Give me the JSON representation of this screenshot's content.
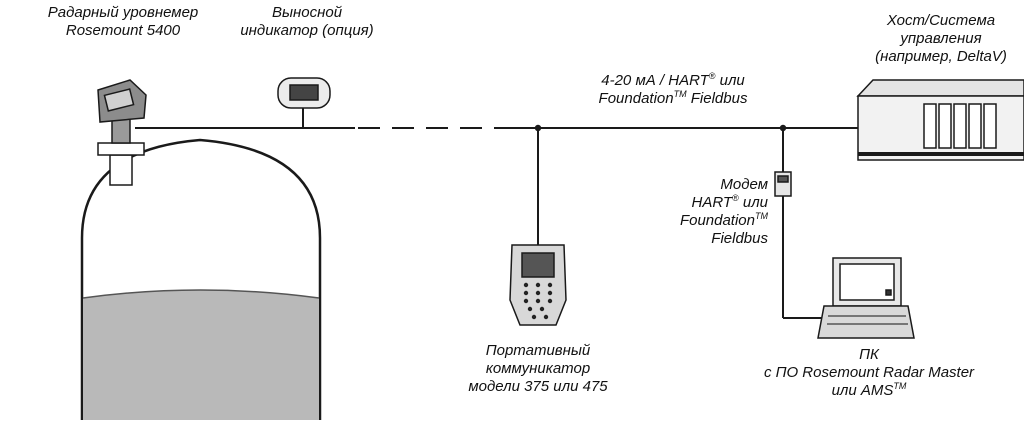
{
  "labels": {
    "radar_gauge": [
      "Радарный уровнемер",
      "Rosemount 5400"
    ],
    "remote_display": [
      "Выносной",
      "индикатор (опция)"
    ],
    "signal": {
      "line1_a": "4-20 мА / HART",
      "line1_sup": "®",
      "line1_b": " или",
      "line2_a": "Foundation",
      "line2_sup": "TM",
      "line2_b": " Fieldbus"
    },
    "host": [
      "Хост/Система",
      "управления",
      "(например, DeltaV)"
    ],
    "modem": {
      "line1": "Модем",
      "line2_a": "HART",
      "line2_sup": "®",
      "line2_b": " или",
      "line3_a": "Foundation",
      "line3_sup": "TM",
      "line4": "Fieldbus"
    },
    "communicator": [
      "Портативный",
      "коммуникатор",
      "модели 375 или 475"
    ],
    "pc": {
      "line1": "ПК",
      "line2": "с ПО Rosemount Radar Master",
      "line3_a": "или AMS",
      "line3_sup": "TM"
    }
  },
  "colors": {
    "line": "#1a1a1a",
    "tank_fill": "#ffffff",
    "liquid": "#b9b9b9",
    "device_gray": "#8c8c8c",
    "cabinet": "#f2f2f2"
  }
}
